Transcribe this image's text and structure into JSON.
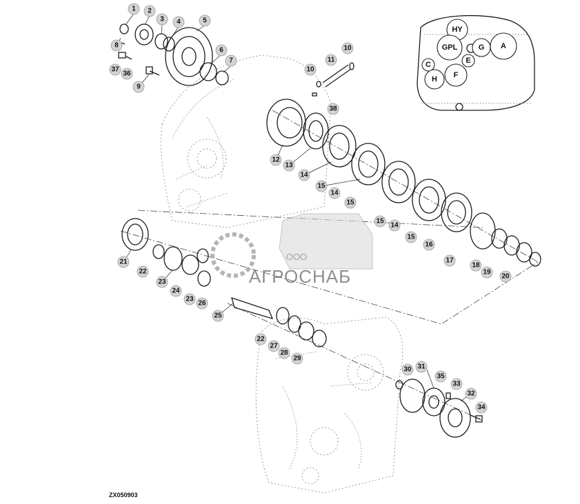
{
  "drawing_code": "ZX050903",
  "watermark": {
    "prefix": "ООО",
    "name": "АГРОСНАБ"
  },
  "inset_labels": [
    "HY",
    "GPL",
    "G",
    "A",
    "C",
    "E",
    "H",
    "F"
  ],
  "callouts": [
    "1",
    "2",
    "3",
    "4",
    "5",
    "8",
    "6",
    "7",
    "37",
    "36",
    "9",
    "10",
    "11",
    "10",
    "12",
    "38",
    "13",
    "14",
    "15",
    "14",
    "15",
    "15",
    "14",
    "15",
    "16",
    "17",
    "18",
    "19",
    "20",
    "21",
    "22",
    "23",
    "24",
    "23",
    "26",
    "25",
    "22",
    "27",
    "28",
    "29",
    "30",
    "31",
    "35",
    "33",
    "32",
    "34"
  ]
}
